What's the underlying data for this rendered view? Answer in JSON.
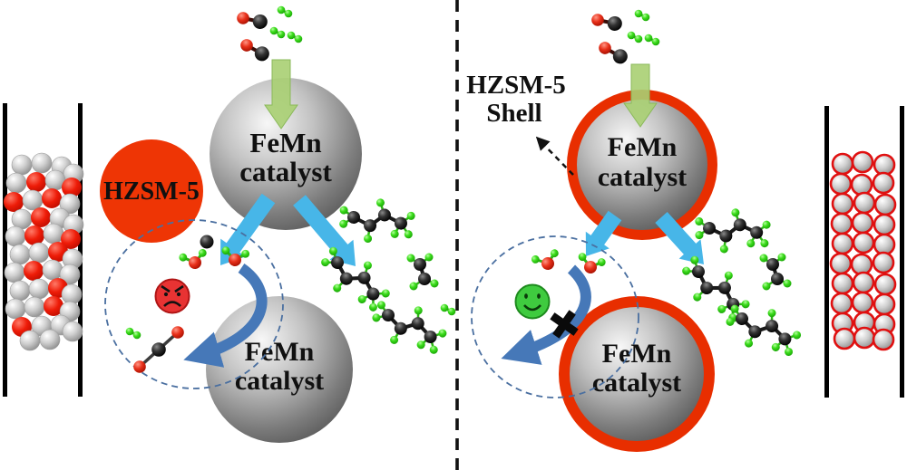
{
  "figure": {
    "left_panel": {
      "zeolite_label": "HZSM-5",
      "top_sphere": {
        "line1": "FeMn",
        "line2": "catalyst"
      },
      "bottom_sphere": {
        "line1": "FeMn",
        "line2": "catalyst"
      }
    },
    "right_panel": {
      "shell_label_line1": "HZSM-5",
      "shell_label_line2": "Shell",
      "top_sphere": {
        "line1": "FeMn",
        "line2": "catalyst"
      },
      "bottom_sphere": {
        "line1": "FeMn",
        "line2": "catalyst"
      }
    },
    "colors": {
      "zeolite_red": "#ee3505",
      "shell_red": "#e82e00",
      "catalyst_gray": "#9a9a9a",
      "h2_green": "#2ecc0e",
      "oxygen_red": "#e8301a",
      "carbon_black": "#111111",
      "feed_arrow_green": "#a9cf72",
      "product_arrow_blue": "#47b6e8",
      "recycle_arrow_blue": "#4678b8",
      "angry_face_red": "#e83333",
      "happy_face_green": "#3fcb3f"
    }
  }
}
